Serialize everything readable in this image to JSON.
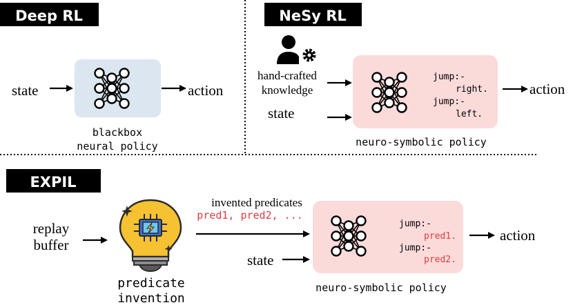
{
  "panels": {
    "deep_rl": {
      "title": "Deep RL",
      "input": "state",
      "output": "action",
      "caption_line1": "blackbox",
      "caption_line2": "neural policy"
    },
    "nesy_rl": {
      "title": "NeSy RL",
      "input_knowledge_line1": "hand-crafted",
      "input_knowledge_line2": "knowledge",
      "input_state": "state",
      "output": "action",
      "rule1_head": "jump:-",
      "rule1_body": "right.",
      "rule2_head": "jump:-",
      "rule2_body": "left.",
      "caption": "neuro-symbolic policy"
    },
    "expil": {
      "title": "EXPIL",
      "input_line1": "replay",
      "input_line2": "buffer",
      "bulb_caption_line1": "predicate",
      "bulb_caption_line2": "invention",
      "invented_label": "invented predicates",
      "invented_list": "pred1, pred2, ...",
      "input_state": "state",
      "rule1_head": "jump:-",
      "rule1_body": "pred1.",
      "rule2_head": "jump:-",
      "rule2_body": "pred2.",
      "output": "action",
      "caption": "neuro-symbolic policy"
    }
  },
  "colors": {
    "label_bg": "#000000",
    "label_fg": "#ffffff",
    "neural_box": "#dce6f0",
    "nesy_box": "#fbdada",
    "predicate_red": "#e03c3c",
    "bulb_yellow": "#f6c232",
    "bulb_base": "#8e8e8e"
  },
  "icons": [
    "user-gear-icon",
    "lightbulb-chip-icon",
    "neural-network-icon"
  ]
}
